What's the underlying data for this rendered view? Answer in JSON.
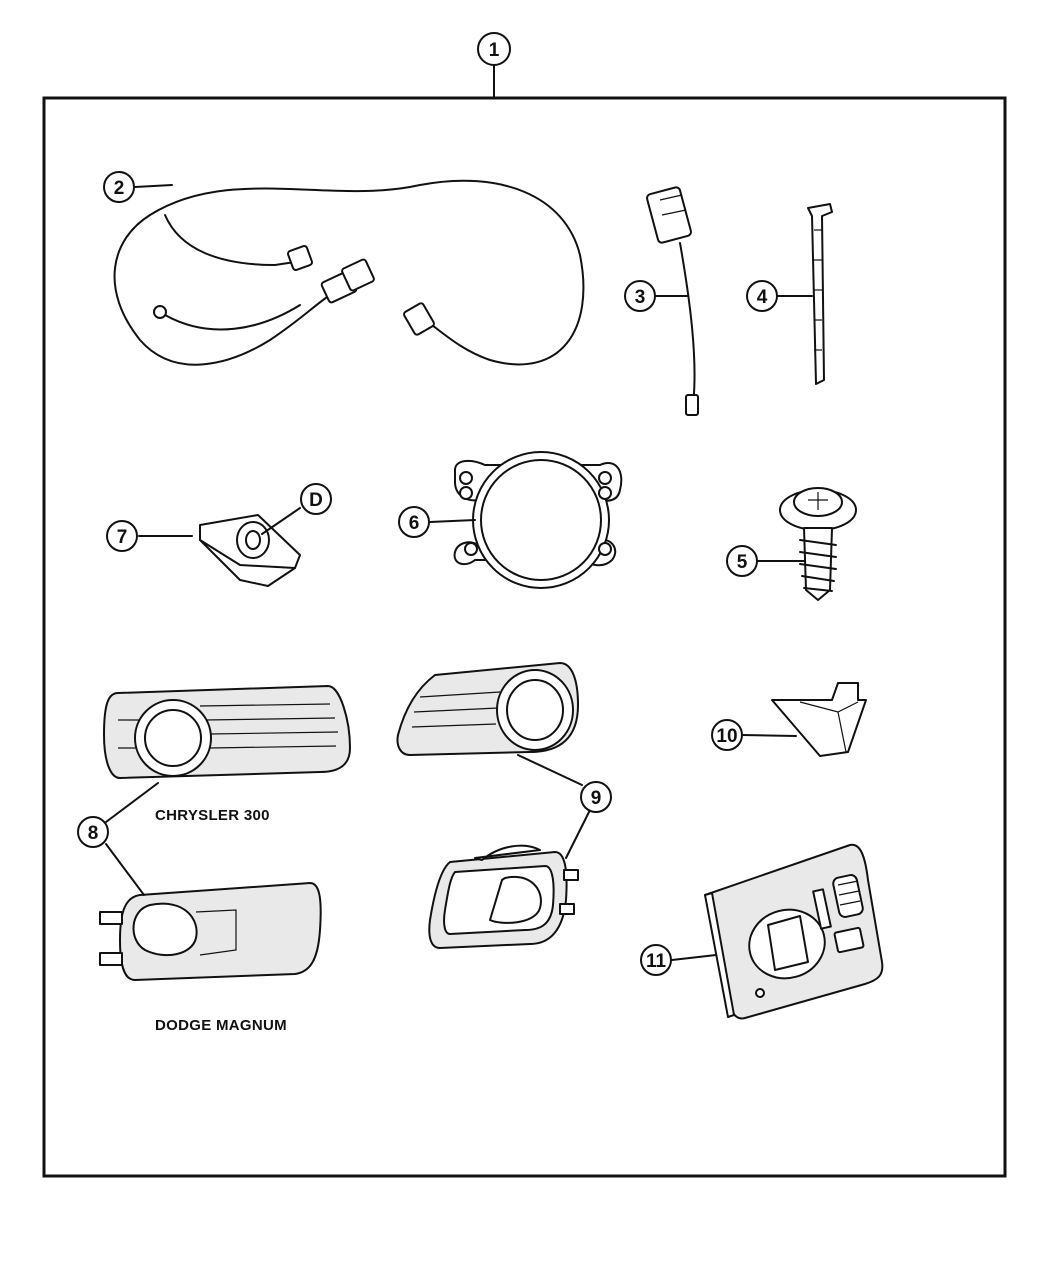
{
  "callouts": {
    "c1": "1",
    "c2": "2",
    "c3": "3",
    "c4": "4",
    "c5": "5",
    "c6": "6",
    "c7": "7",
    "c8": "8",
    "c9": "9",
    "c10": "10",
    "c11": "11",
    "cD": "D"
  },
  "captions": {
    "chrysler": "CHRYSLER 300",
    "dodge": "DODGE MAGNUM"
  }
}
